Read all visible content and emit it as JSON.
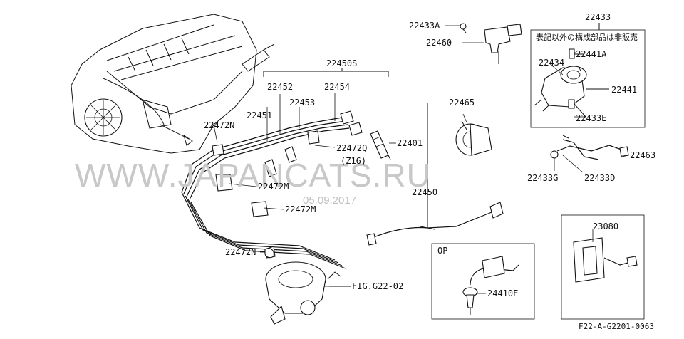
{
  "watermark": {
    "text": "WWW.JAPANCATS.RU",
    "date": "05.09.2017"
  },
  "labels": {
    "p22433A": "22433A",
    "p22460": "22460",
    "p22433": "22433",
    "note_jp": "表記以外の構成部品は非販売",
    "p22434": "22434",
    "p22441A": "22441A",
    "p22441": "22441",
    "p22433E": "22433E",
    "p22450S": "22450S",
    "p22452": "22452",
    "p22454": "22454",
    "p22453": "22453",
    "p22451": "22451",
    "p22465": "22465",
    "p22472N_top": "22472N",
    "p22472Q": "22472Q",
    "z16": "(Z16)",
    "p22401": "22401",
    "p22463": "22463",
    "p22433G": "22433G",
    "p22433D": "22433D",
    "p22472M_a": "22472M",
    "p22472M_b": "22472M",
    "p22450": "22450",
    "p23080": "23080",
    "p22472N_bottom": "22472N",
    "op": "OP",
    "p24410E": "24410E",
    "fig_ref": "FIG.G22-02",
    "footer_code": "F22-A-G2201-0063"
  }
}
